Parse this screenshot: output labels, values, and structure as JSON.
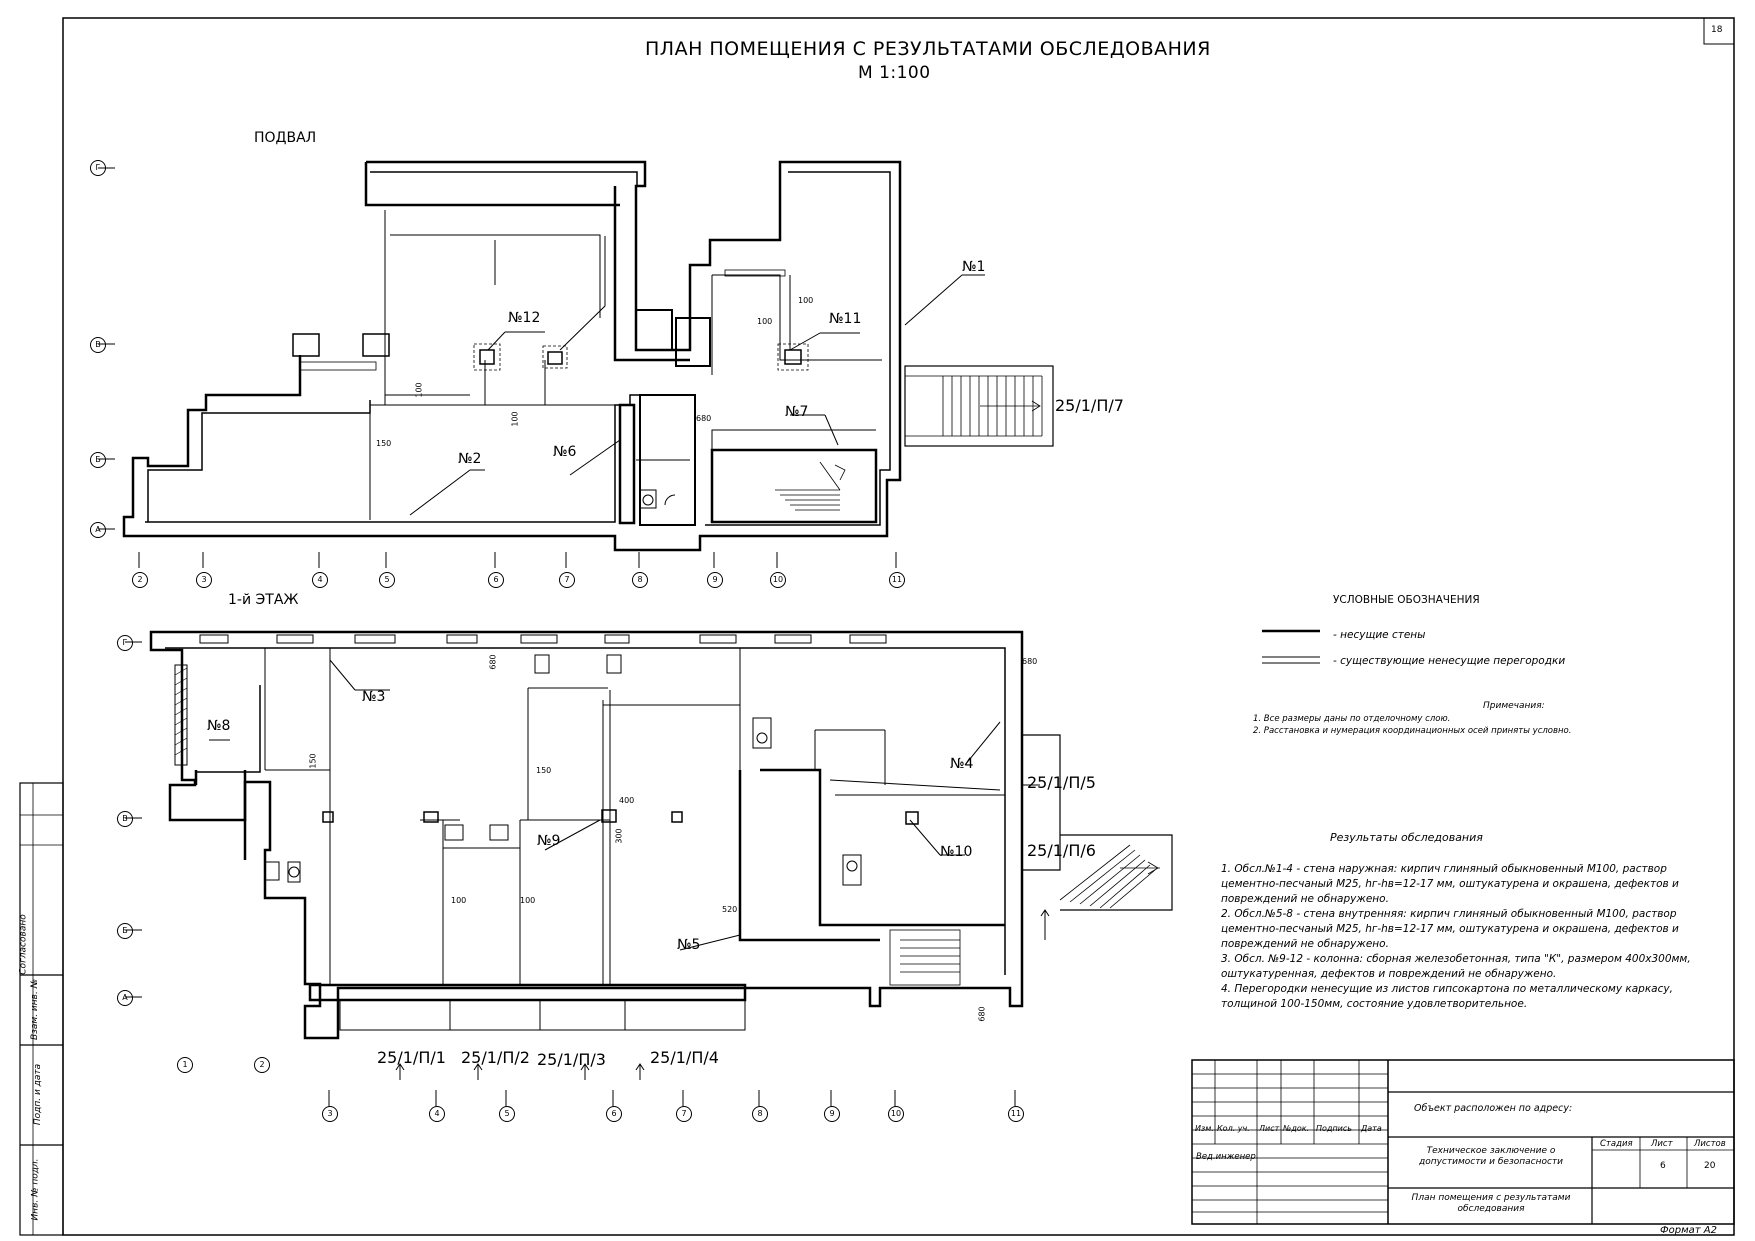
{
  "sheet_number": "18",
  "title": "ПЛАН ПОМЕЩЕНИЯ С РЕЗУЛЬТАТАМИ ОБСЛЕДОВАНИЯ",
  "scale": "М 1:100",
  "basement_label": "ПОДВАЛ",
  "floor1_label": "1-й ЭТАЖ",
  "basement_axes_x": [
    "2",
    "3",
    "4",
    "5",
    "6",
    "7",
    "8",
    "9",
    "10",
    "11"
  ],
  "basement_axes_y": [
    "Г",
    "В",
    "Б",
    "А"
  ],
  "floor1_axes_x": [
    "3",
    "4",
    "5",
    "6",
    "7",
    "8",
    "9",
    "10",
    "11"
  ],
  "floor1_axes_x_left": [
    "1",
    "2"
  ],
  "floor1_axes_y": [
    "Г",
    "В",
    "Б",
    "А"
  ],
  "basement_tags": {
    "n1": "№1",
    "n2": "№2",
    "n6": "№6",
    "n7": "№7",
    "n11": "№11",
    "n12": "№12",
    "d100a": "100",
    "d100b": "100",
    "d100c": "100",
    "d100d": "100",
    "d150": "150",
    "d680": "680",
    "photo7": "25/1/П/7"
  },
  "floor1_tags": {
    "n3": "№3",
    "n4": "№4",
    "n5": "№5",
    "n8": "№8",
    "n9": "№9",
    "n10": "№10",
    "d680a": "680",
    "d680b": "680",
    "d680c": "680",
    "d150a": "150",
    "d150b": "150",
    "d400": "400",
    "d300": "300",
    "d100a": "100",
    "d100b": "100",
    "d520": "520",
    "photo1": "25/1/П/1",
    "photo2": "25/1/П/2",
    "photo3": "25/1/П/3",
    "photo4": "25/1/П/4",
    "photo5": "25/1/П/5",
    "photo6": "25/1/П/6"
  },
  "legend": {
    "title": "УСЛОВНЫЕ ОБОЗНАЧЕНИЯ",
    "bearing": "- несущие стены",
    "partitions": "- существующие ненесущие перегородки"
  },
  "notes": {
    "title": "Примечания:",
    "items": [
      "1.  Все размеры даны по отделочному слою.",
      "2.  Расстановка и нумерация координационных осей приняты условно."
    ]
  },
  "results": {
    "title": "Результаты обследования",
    "lines": [
      "1. Обсл.№1-4 - стена наружная: кирпич глиняный обыкновенный М100, раствор",
      "цементно-песчаный М25, hг-hв=12-17 мм, оштукатурена и окрашена, дефектов и",
      "повреждений не обнаружено.",
      "2. Обсл.№5-8 - стена внутренняя: кирпич глиняный обыкновенный М100, раствор",
      "цементно-песчаный М25, hг-hв=12-17 мм, оштукатурена и окрашена, дефектов и",
      "повреждений не обнаружено.",
      "3. Обсл. №9-12 - колонна: сборная железобетонная, типа \"К\", размером 400х300мм,",
      "оштукатуренная, дефектов и повреждений не обнаружено.",
      "4. Перегородки ненесущие из листов гипсокартона по металлическому каркасу,",
      "толщиной 100-150мм, состояние удовлетворительное."
    ]
  },
  "title_block": {
    "address_label": "Объект расположен по адресу:",
    "headers": [
      "Изм.",
      "Кол. уч.",
      "Лист",
      "№док.",
      "Подпись",
      "Дата"
    ],
    "role": "Вед.инженер",
    "doc_title": "Техническое заключение о допустимости и безопасности",
    "sheet_title": "План помещения с результатами обследования",
    "stage_label": "Стадия",
    "sheet_label": "Лист",
    "sheets_label": "Листов",
    "sheet_value": "6",
    "sheets_value": "20",
    "format": "Формат А2"
  },
  "side_stamp": {
    "agreed": "Согласовано",
    "inv_replace": "Взам. инв. №",
    "sign_date": "Подп. и дата",
    "inv_orig": "Инв. № подл."
  }
}
